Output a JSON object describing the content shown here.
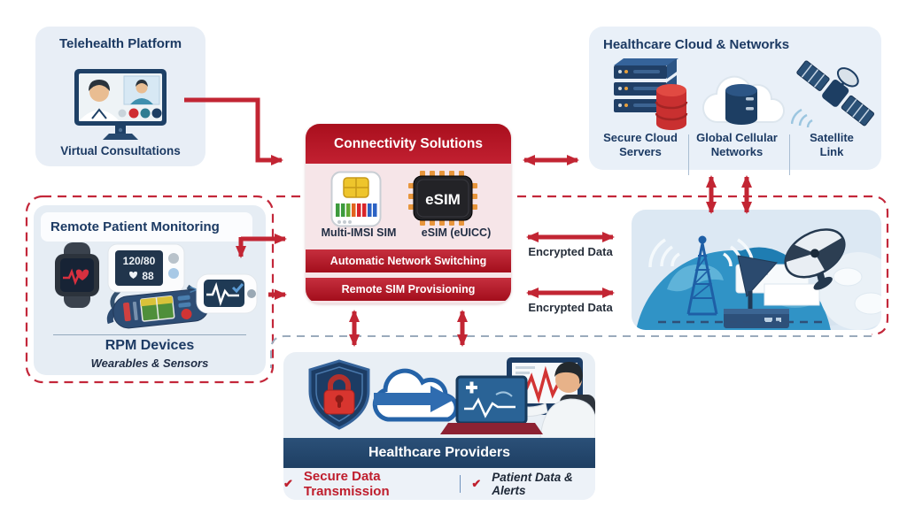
{
  "colors": {
    "accent_red": "#c22533",
    "navy_title": "#1c3a63",
    "banner_navy": "#24486f",
    "connectivity_red": "#b5121f",
    "panel_blue": "#e8eef6"
  },
  "telehealth": {
    "title": "Telehealth Platform",
    "caption": "Virtual Consultations"
  },
  "connectivity": {
    "title": "Connectivity Solutions",
    "sim_label": "Multi-IMSI SIM",
    "esim_chip": "eSIM",
    "esim_label": "eSIM (eUICC)",
    "feature_1": "Automatic Network Switching",
    "feature_2": "Remote SIM Provisioning"
  },
  "cloud": {
    "title": "Healthcare Cloud & Networks",
    "items": [
      {
        "label": "Secure Cloud Servers"
      },
      {
        "label": "Global Cellular Networks"
      },
      {
        "label": "Satellite Link"
      }
    ]
  },
  "rpm": {
    "title": "Remote Patient Monitoring",
    "bp_reading": "120/80",
    "pulse_reading": "88",
    "devices_label": "RPM Devices",
    "devices_sublabel": "Wearables & Sensors"
  },
  "links": {
    "encrypted_label_top": "Encrypted Data",
    "encrypted_label_bottom": "Encrypted Data"
  },
  "providers": {
    "title": "Healthcare Providers",
    "check_glyph": "✔",
    "footer_items": [
      {
        "label": "Secure Data Transmission"
      },
      {
        "label": "Patient Data & Alerts"
      }
    ]
  }
}
